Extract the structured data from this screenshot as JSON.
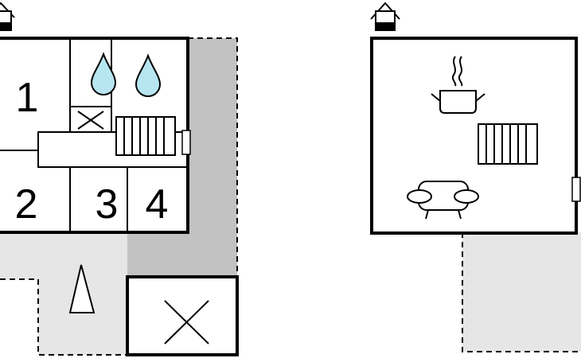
{
  "floor_plan": {
    "colors": {
      "wall": "#000000",
      "terrace": "#e6e6e6",
      "covered_area": "#c2c2c2",
      "water": "#b7e6f0",
      "background": "#ffffff"
    },
    "icons": [
      "house-icon",
      "house-icon",
      "water-drop-icon",
      "water-drop-icon",
      "radiator-icon",
      "radiator-icon",
      "cooking-pot-icon",
      "sofa-icon",
      "door-icon",
      "door-icon",
      "parking-icon",
      "north-arrow-icon"
    ],
    "rooms": [
      {
        "id": "room-1",
        "label": "1"
      },
      {
        "id": "room-2",
        "label": "2"
      },
      {
        "id": "room-3",
        "label": "3"
      },
      {
        "id": "room-4",
        "label": "4"
      }
    ]
  }
}
